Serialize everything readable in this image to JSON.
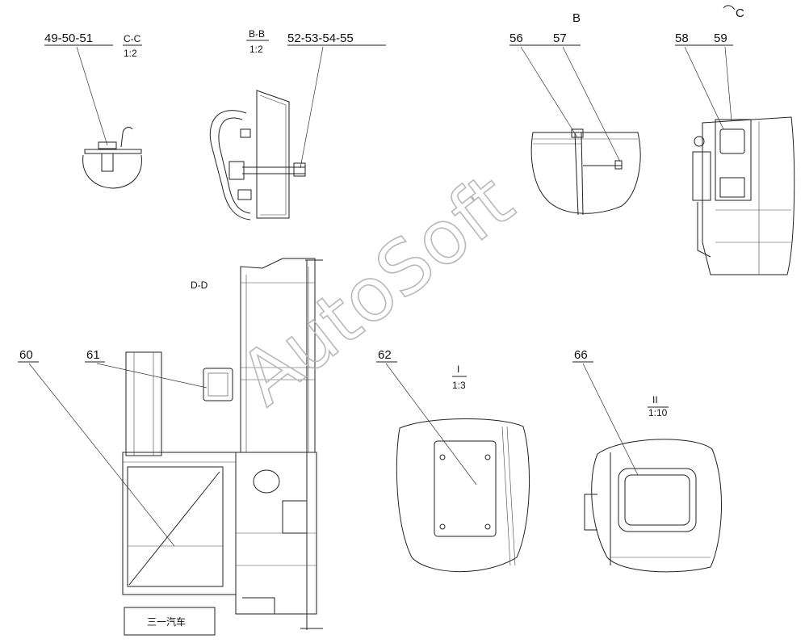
{
  "views": {
    "cc": {
      "title": "C-C",
      "scale": "1:2",
      "parts": "49-50-51"
    },
    "bb": {
      "title": "B-B",
      "scale": "1:2",
      "parts": "52-53-54-55"
    },
    "b": {
      "title": "B",
      "parts": [
        "56",
        "57"
      ]
    },
    "c": {
      "title": "C",
      "parts": [
        "58",
        "59"
      ]
    },
    "dd": {
      "title": "D-D",
      "parts": [
        "60",
        "61"
      ],
      "nameplate": "三一汽车"
    },
    "i": {
      "title": "I",
      "scale": "1:3",
      "parts": "62"
    },
    "ii": {
      "title": "II",
      "scale": "1:10",
      "parts": "66"
    }
  },
  "watermark": "AutoSoft",
  "colors": {
    "line": "#222222",
    "watermark": "#b8b8b8"
  }
}
